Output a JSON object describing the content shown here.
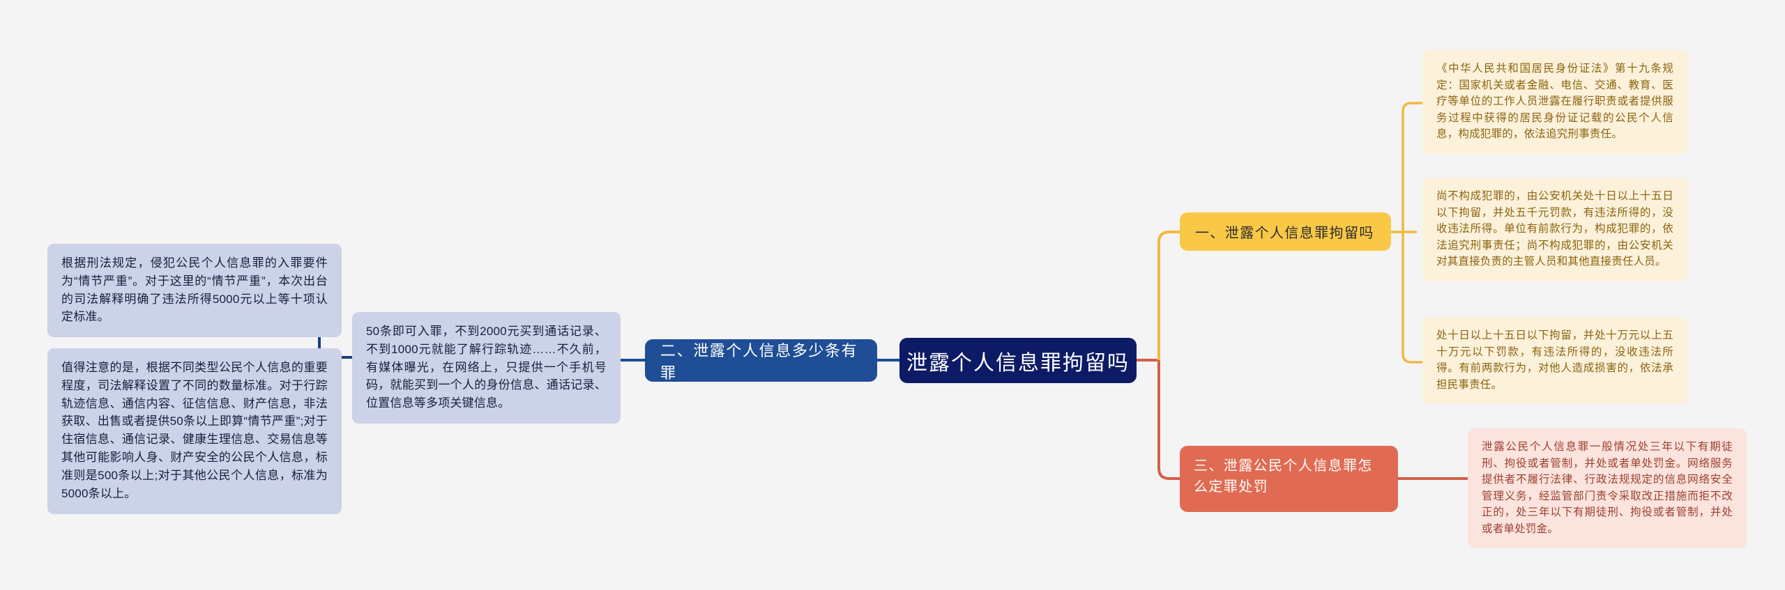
{
  "meta": {
    "background_color": "#f4f4f5",
    "type": "mind-map"
  },
  "center": {
    "label": "泄露个人信息罪拘留吗",
    "color": "#0d1b66"
  },
  "branches": [
    {
      "id": "branch-1",
      "label": "一、泄露个人信息罪拘留吗",
      "color": "#f9c847",
      "side": "right",
      "details": [
        {
          "id": "detail-1-1",
          "text": "《中华人民共和国居民身份证法》第十九条规定：国家机关或者金融、电信、交通、教育、医疗等单位的工作人员泄露在履行职责或者提供服务过程中获得的居民身份证记载的公民个人信息，构成犯罪的，依法追究刑事责任。",
          "color": "#fcf1da"
        },
        {
          "id": "detail-1-2",
          "text": "尚不构成犯罪的，由公安机关处十日以上十五日以下拘留，并处五千元罚款，有违法所得的，没收违法所得。单位有前款行为，构成犯罪的，依法追究刑事责任；尚不构成犯罪的，由公安机关对其直接负责的主管人员和其他直接责任人员。",
          "color": "#fcf1da"
        },
        {
          "id": "detail-1-3",
          "text": "处十日以上十五日以下拘留，并处十万元以上五十万元以下罚款，有违法所得的，没收违法所得。有前两款行为，对他人造成损害的，依法承担民事责任。",
          "color": "#fcf1da"
        }
      ]
    },
    {
      "id": "branch-2",
      "label": "二、泄露个人信息多少条有罪",
      "color": "#1f4e96",
      "side": "left",
      "details": [
        {
          "id": "detail-2-1",
          "text": "50条即可入罪，不到2000元买到通话记录、不到1000元就能了解行踪轨迹……不久前，有媒体曝光，在网络上，只提供一个手机号码，就能买到一个人的身份信息、通话记录、位置信息等多项关键信息。",
          "color": "#ccd2e8"
        }
      ],
      "subdetails": [
        {
          "id": "detail-2-1-1",
          "text": "根据刑法规定，侵犯公民个人信息罪的入罪要件为“情节严重”。对于这里的“情节严重”，本次出台的司法解释明确了违法所得5000元以上等十项认定标准。",
          "color": "#ccd2e8"
        },
        {
          "id": "detail-2-1-2",
          "text": "值得注意的是，根据不同类型公民个人信息的重要程度，司法解释设置了不同的数量标准。对于行踪轨迹信息、通信内容、征信信息、财产信息，非法获取、出售或者提供50条以上即算“情节严重”;对于住宿信息、通信记录、健康生理信息、交易信息等其他可能影响人身、财产安全的公民个人信息，标准则是500条以上;对于其他公民个人信息，标准为5000条以上。",
          "color": "#ccd2e8"
        }
      ]
    },
    {
      "id": "branch-3",
      "label": "三、泄露公民个人信息罪怎么定罪处罚",
      "color": "#e06b52",
      "side": "right",
      "details": [
        {
          "id": "detail-3-1",
          "text": "泄露公民个人信息罪一般情况处三年以下有期徒刑、拘役或者管制，并处或者单处罚金。网络服务提供者不履行法律、行政法规规定的信息网络安全管理义务，经监管部门责令采取改正措施而拒不改正的，处三年以下有期徒刑、拘役或者管制，并处或者单处罚金。",
          "color": "#fbe3de"
        }
      ]
    }
  ],
  "wire_colors": {
    "blue": "#1f4e96",
    "yellow": "#f0b93f",
    "red": "#d2604a",
    "leaf_blue": "#1d3f7e"
  }
}
